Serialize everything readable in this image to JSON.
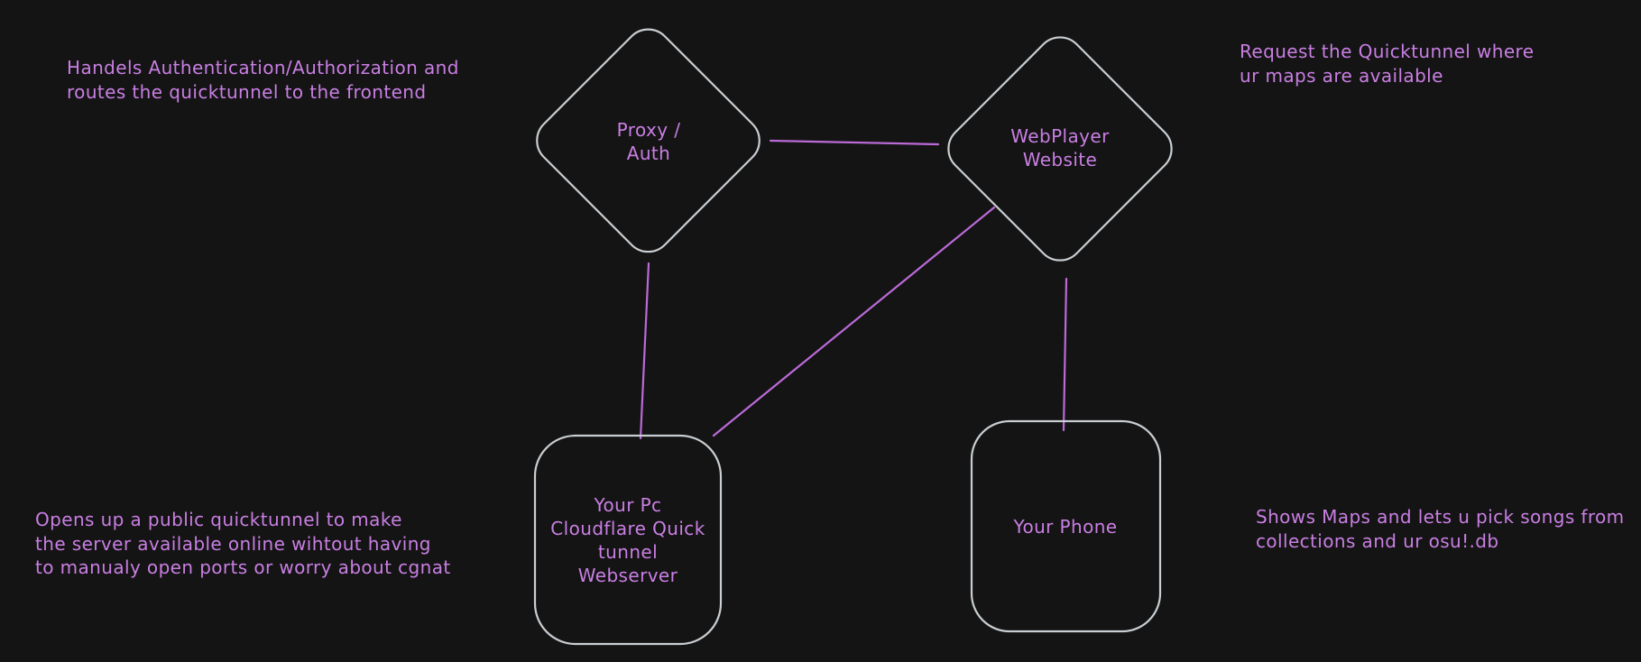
{
  "diagram": {
    "colors": {
      "background": "#141414",
      "shape_stroke": "#c9ced2",
      "accent_text": "#c97fe3",
      "connector": "#bb6ad8"
    },
    "nodes": [
      {
        "id": "proxy-auth",
        "shape": "diamond",
        "label": "Proxy /\nAuth"
      },
      {
        "id": "webplayer-website",
        "shape": "diamond",
        "label": "WebPlayer\nWebsite"
      },
      {
        "id": "your-pc",
        "shape": "rounded-rectangle",
        "label": "Your Pc\nCloudflare Quick\ntunnel\nWebserver"
      },
      {
        "id": "your-phone",
        "shape": "rounded-rectangle",
        "label": "Your Phone"
      }
    ],
    "edges": [
      {
        "from": "proxy-auth",
        "to": "webplayer-website"
      },
      {
        "from": "proxy-auth",
        "to": "your-pc"
      },
      {
        "from": "webplayer-website",
        "to": "your-pc"
      },
      {
        "from": "webplayer-website",
        "to": "your-phone"
      }
    ],
    "annotations": [
      {
        "id": "proxy-note",
        "text": "Handels Authentication/Authorization and\nroutes the quicktunnel to the frontend"
      },
      {
        "id": "request-note",
        "text": "Request the Quicktunnel where\nur maps are available"
      },
      {
        "id": "tunnel-note",
        "text": "Opens up a public quicktunnel to make\nthe server available online wihtout having\nto manualy open ports or worry about cgnat"
      },
      {
        "id": "phone-note",
        "text": "Shows Maps and lets u pick songs from\ncollections and ur osu!.db"
      }
    ]
  }
}
